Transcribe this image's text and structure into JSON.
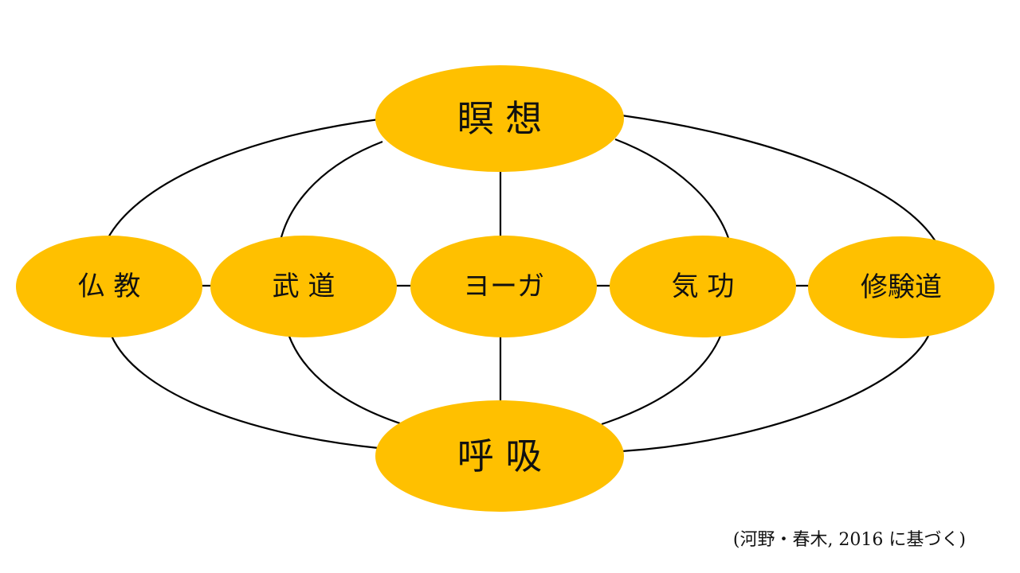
{
  "diagram": {
    "colors": {
      "node_fill": "#FFC000",
      "line": "#000000",
      "text": "#111111",
      "background": "#FFFFFF"
    },
    "nodes": {
      "meditation": "瞑 想",
      "breathing": "呼 吸",
      "buddhism": "仏 教",
      "budo": "武 道",
      "yoga": "ヨーガ",
      "qigong": "気 功",
      "shugendo": "修験道"
    },
    "edges": [
      [
        "meditation",
        "buddhism"
      ],
      [
        "meditation",
        "budo"
      ],
      [
        "meditation",
        "yoga"
      ],
      [
        "meditation",
        "qigong"
      ],
      [
        "meditation",
        "shugendo"
      ],
      [
        "breathing",
        "buddhism"
      ],
      [
        "breathing",
        "budo"
      ],
      [
        "breathing",
        "yoga"
      ],
      [
        "breathing",
        "qigong"
      ],
      [
        "breathing",
        "shugendo"
      ],
      [
        "buddhism",
        "budo"
      ],
      [
        "budo",
        "yoga"
      ],
      [
        "yoga",
        "qigong"
      ],
      [
        "qigong",
        "shugendo"
      ]
    ]
  },
  "citation": "(河野・春木, 2016 に基づく)"
}
